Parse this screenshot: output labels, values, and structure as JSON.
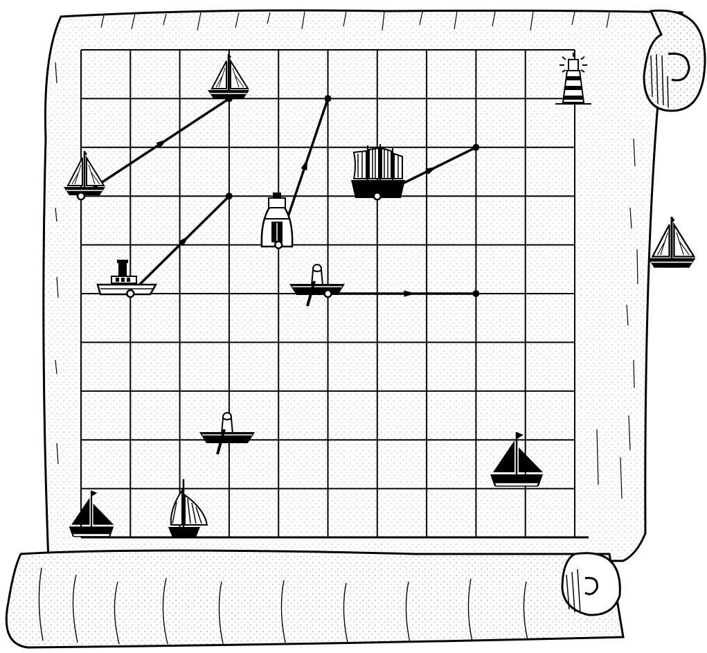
{
  "illustration": {
    "grid": {
      "columns": 10,
      "rows": 10
    },
    "colors": {
      "ink": "#000000",
      "paper": "#ffffff"
    },
    "vessels": [
      {
        "name": "sailboat-a",
        "icon": "sailboat-icon"
      },
      {
        "name": "sailboat-b",
        "icon": "sailboat-icon"
      },
      {
        "name": "tall-ship",
        "icon": "tall-ship-icon"
      },
      {
        "name": "tugboat",
        "icon": "tugboat-icon"
      },
      {
        "name": "steamboat",
        "icon": "steamboat-icon"
      },
      {
        "name": "rowboat-a",
        "icon": "rowboat-icon"
      },
      {
        "name": "rowboat-b",
        "icon": "rowboat-icon"
      },
      {
        "name": "black-sailboat",
        "icon": "black-sailboat-icon"
      },
      {
        "name": "small-black-sailboat",
        "icon": "black-sailboat-icon"
      },
      {
        "name": "striped-sailboat",
        "icon": "striped-sailboat-icon"
      },
      {
        "name": "off-grid-sailboat",
        "icon": "sailboat-icon"
      },
      {
        "name": "lighthouse",
        "icon": "lighthouse-icon"
      }
    ]
  }
}
